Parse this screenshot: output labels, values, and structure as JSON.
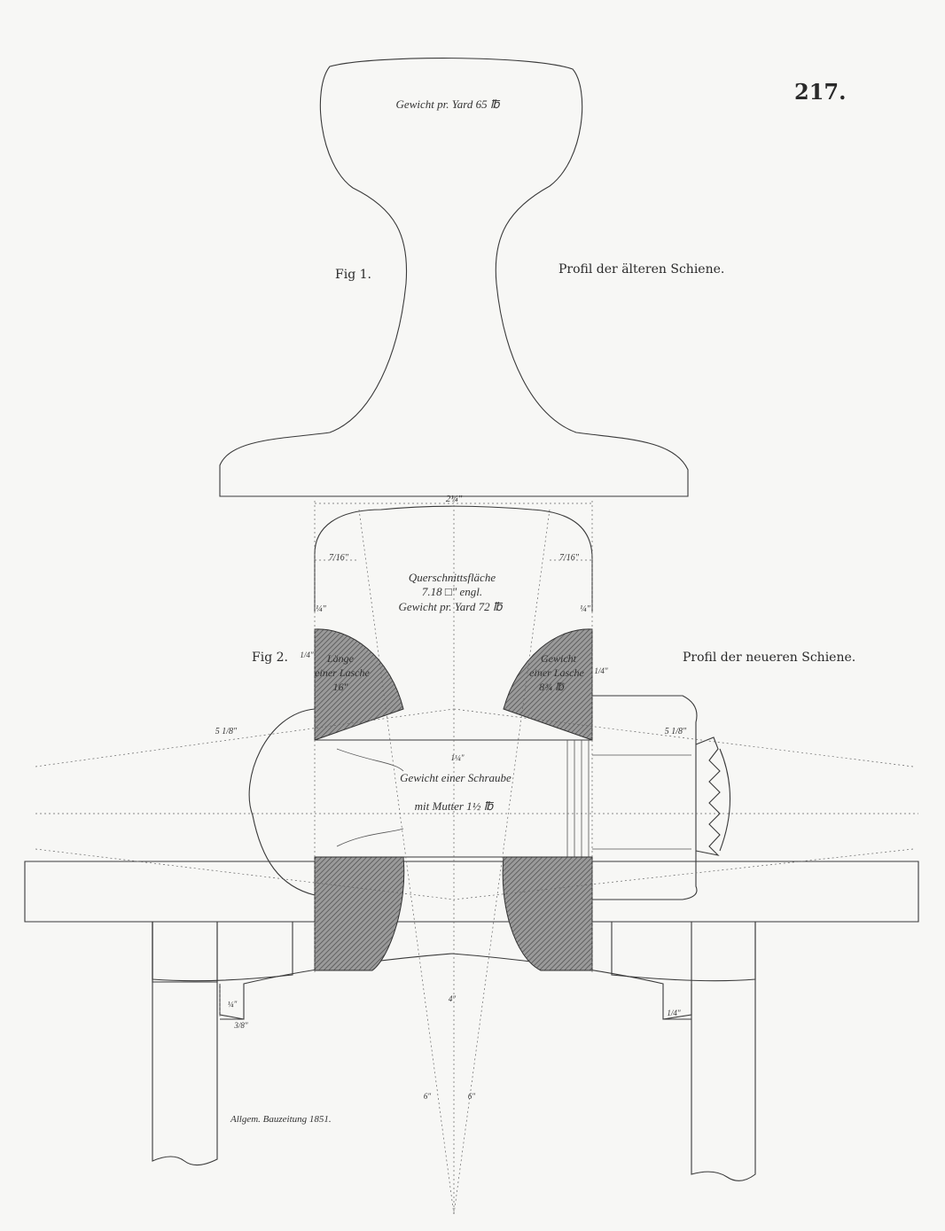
{
  "plate": {
    "number": "217.",
    "source_credit": "Allgem. Bauzeitung 1851."
  },
  "fig1": {
    "label": "Fig 1.",
    "title": "Profil der älteren Schiene.",
    "weight_note": "Gewicht pr. Yard 65 ℔"
  },
  "fig2": {
    "label": "Fig 2.",
    "title": "Profil der neueren Schiene.",
    "section_area_line1": "Querschnittsfläche",
    "section_area_line2": "7.18 □\" engl.",
    "section_weight": "Gewicht pr. Yard 72 ℔",
    "fishplate_length_line1": "Länge",
    "fishplate_length_line2": "einer Lasche",
    "fishplate_length_line3": "16\"",
    "fishplate_weight_line1": "Gewicht",
    "fishplate_weight_line2": "einer Lasche",
    "fishplate_weight_line3": "8¾ ℔",
    "bolt_weight_line1": "Gewicht einer Schraube",
    "bolt_weight_line2": "mit Mutter 1½ ℔"
  },
  "dimensions": {
    "head_width": "2¼\"",
    "left_head_offset": "7/16\"",
    "right_head_offset": "7/16\"",
    "left_lip": "¼\"",
    "right_lip": "¼\"",
    "left_web_mark": "1/4\"",
    "right_web_mark": "1/4\"",
    "left_bolt_angle": "5 1/8\"",
    "right_bolt_angle": "5 1/8\"",
    "web_height": "1¼\"",
    "foot_height": "4\"",
    "left_foot_mark": "3/8\"",
    "right_foot_mark": "1/4\"",
    "lower_left": "6\"",
    "lower_right": "6\"",
    "left_shoulder": "¼\""
  }
}
